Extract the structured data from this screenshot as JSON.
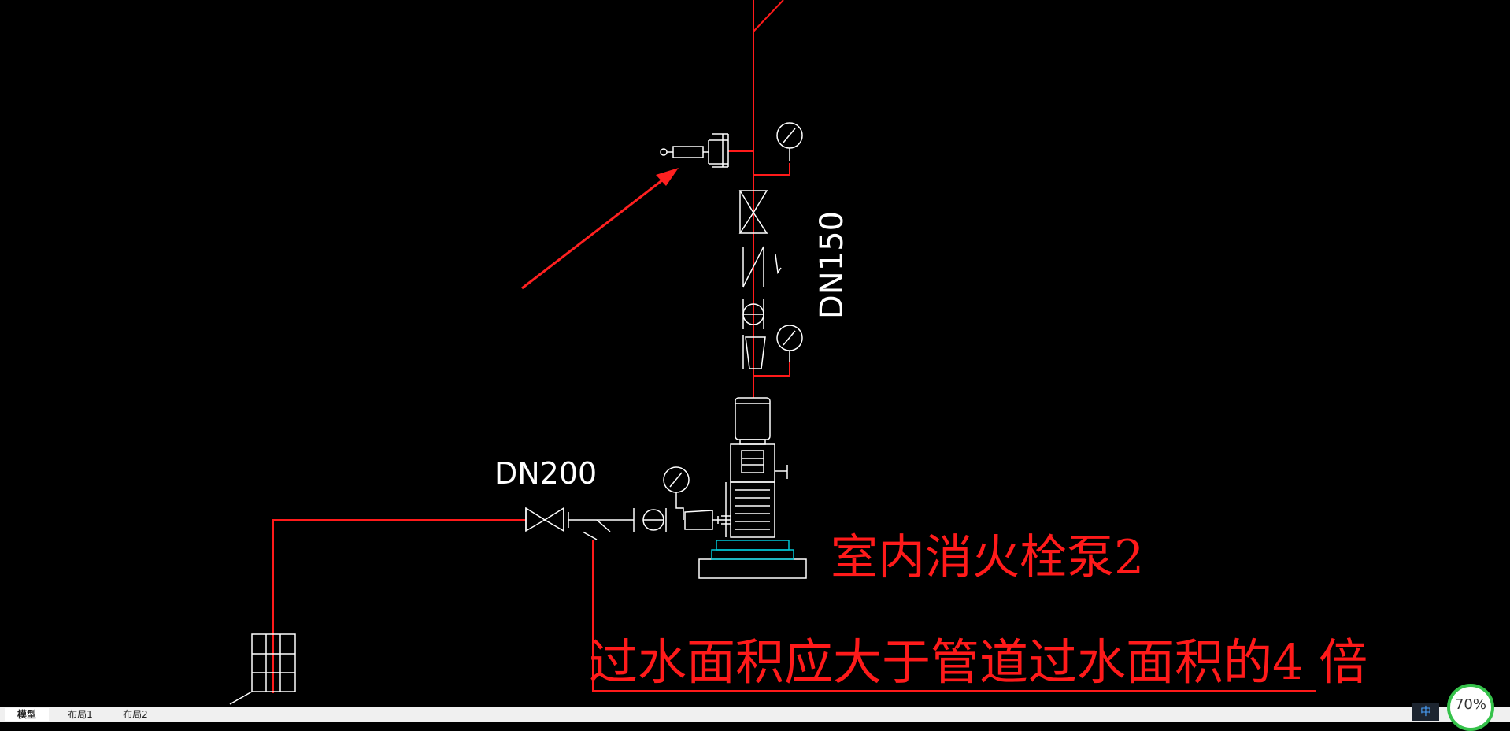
{
  "drawing": {
    "labels": {
      "dn150": "DN150",
      "dn200": "DN200",
      "pump_title": "室内消火栓泵2",
      "note": "过水面积应大于管道过水面积的4 倍"
    },
    "colors": {
      "background": "#000000",
      "pipe": "#ff1a1a",
      "symbol": "#ffffff",
      "base": "#00c8d7",
      "annotation_arrow": "#ff2020"
    }
  },
  "tabs": [
    {
      "label": "模型",
      "active": true
    },
    {
      "label": "布局1",
      "active": false
    },
    {
      "label": "布局2",
      "active": false
    }
  ],
  "status": {
    "ime_label": "中",
    "zoom": "70%"
  }
}
